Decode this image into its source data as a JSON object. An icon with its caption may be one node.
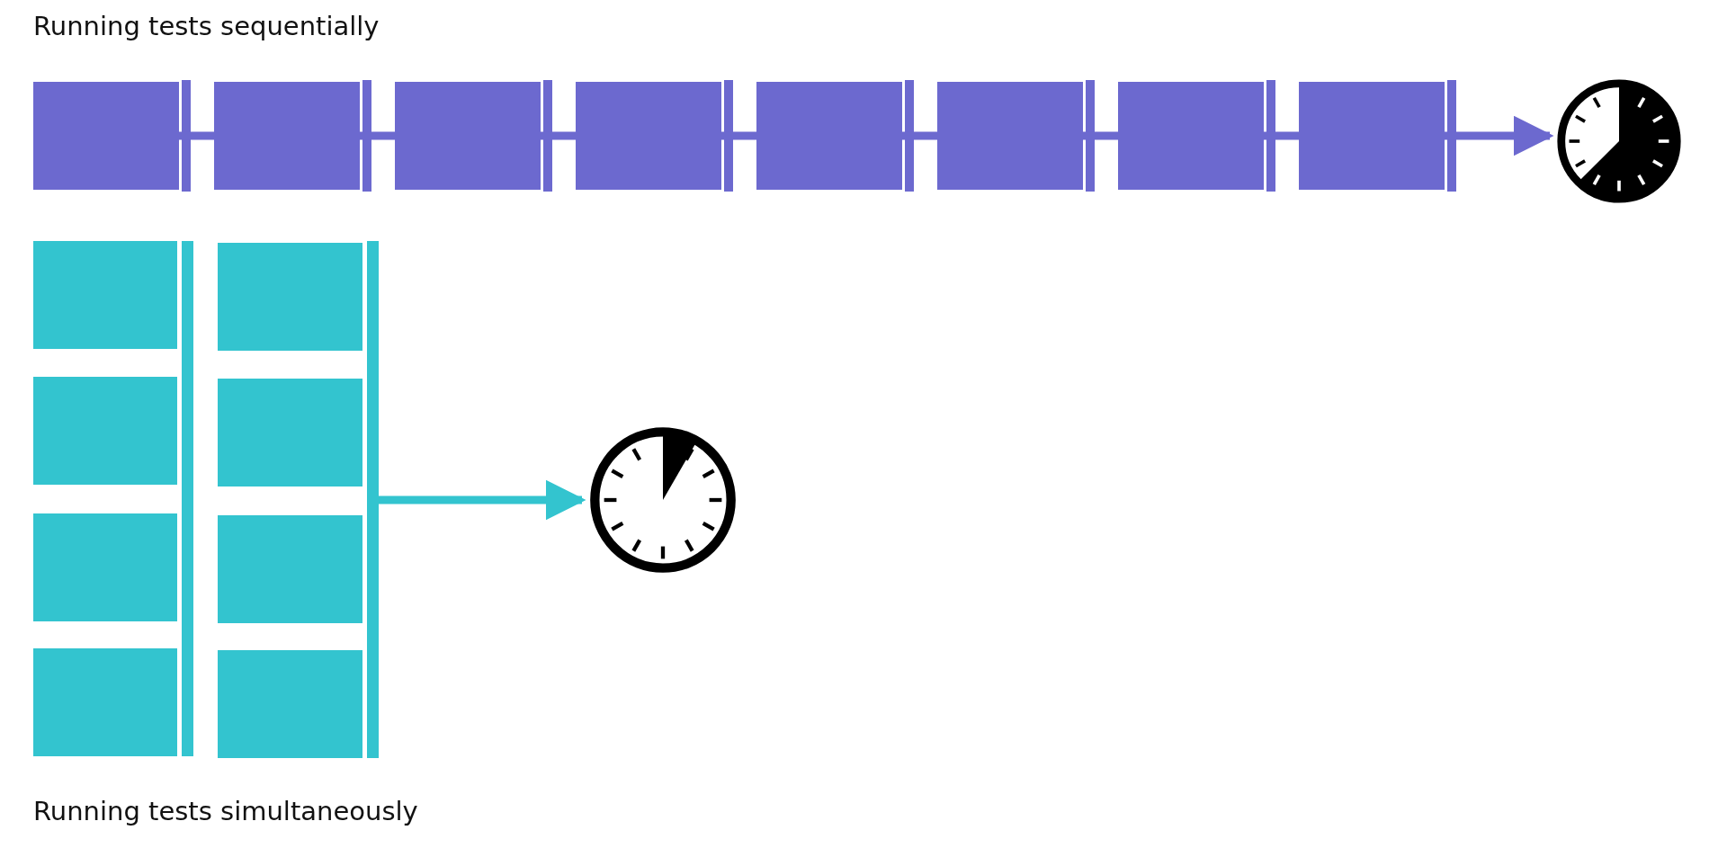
{
  "diagram": {
    "nodes": [
      {
        "text": [],
        "shape": "box"
      },
      {
        "text": [],
        "shape": "box"
      },
      {
        "text": [],
        "shape": "box"
      },
      {
        "text": [],
        "shape": "box"
      },
      {
        "text": [],
        "shape": "box"
      },
      {
        "text": [],
        "shape": "box"
      },
      {
        "text": [],
        "shape": "box"
      },
      {
        "text": [],
        "shape": "box"
      },
      {
        "text": [],
        "shape": "picture"
      },
      {
        "text": [],
        "shape": "box"
      },
      {
        "text": [],
        "shape": "box"
      },
      {
        "text": [],
        "shape": "box"
      },
      {
        "text": [],
        "shape": "box"
      },
      {
        "text": [],
        "shape": "box"
      },
      {
        "text": [],
        "shape": "box"
      },
      {
        "text": [],
        "shape": "box"
      },
      {
        "text": [],
        "shape": "box"
      },
      {
        "text": [],
        "shape": "picture"
      }
    ],
    "edges": [
      {
        "from": 0,
        "to": 1,
        "arrow": "none"
      },
      {
        "from": 1,
        "to": 2,
        "arrow": "none"
      },
      {
        "from": 2,
        "to": 3,
        "arrow": "none"
      },
      {
        "from": 3,
        "to": 4,
        "arrow": "none"
      },
      {
        "from": 4,
        "to": 5,
        "arrow": "none"
      },
      {
        "from": 5,
        "to": 6,
        "arrow": "none"
      },
      {
        "from": 6,
        "to": 7,
        "arrow": "none"
      },
      {
        "from": 7,
        "to": 8,
        "arrow": "to"
      },
      {
        "from": null,
        "to": 17,
        "arrow": "to",
        "color": "#33c4cf"
      }
    ],
    "labels": [
      "Running tests sequentially",
      "Running tests simultaneously"
    ]
  }
}
